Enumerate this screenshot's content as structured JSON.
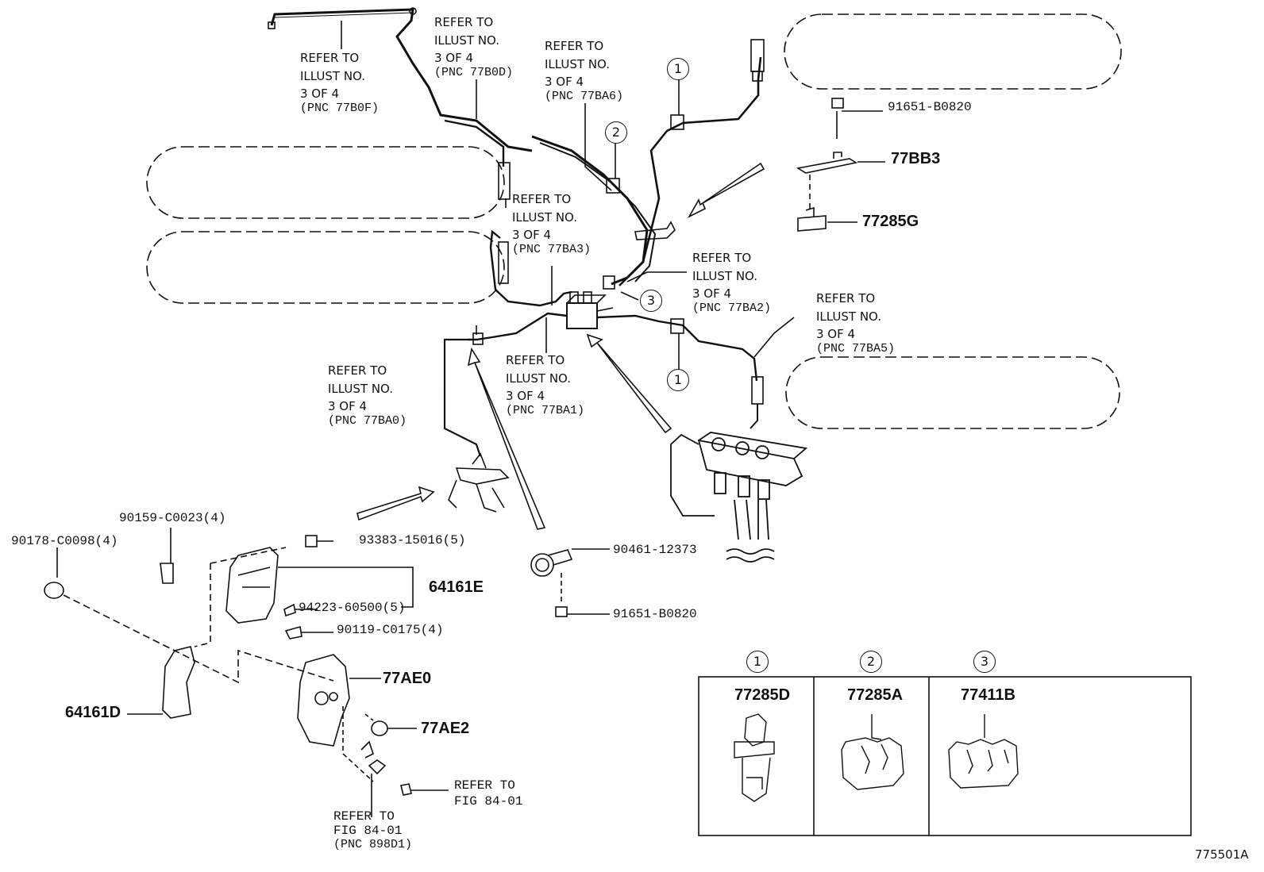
{
  "refs": {
    "r77b0f": {
      "l1": "REFER TO",
      "l2": "ILLUST NO.",
      "l3": "3 OF 4",
      "pnc": "(PNC 77B0F)"
    },
    "r77b0d": {
      "l1": "REFER TO",
      "l2": "ILLUST NO.",
      "l3": "3 OF 4",
      "pnc": "(PNC 77B0D)"
    },
    "r77ba6": {
      "l1": "REFER TO",
      "l2": "ILLUST NO.",
      "l3": "3 OF 4",
      "pnc": "(PNC 77BA6)"
    },
    "r77ba3": {
      "l1": "REFER TO",
      "l2": "ILLUST NO.",
      "l3": "3 OF 4",
      "pnc": "(PNC 77BA3)"
    },
    "r77ba2": {
      "l1": "REFER TO",
      "l2": "ILLUST NO.",
      "l3": "3 OF 4",
      "pnc": "(PNC 77BA2)"
    },
    "r77ba5": {
      "l1": "REFER TO",
      "l2": "ILLUST NO.",
      "l3": "3 OF 4",
      "pnc": "(PNC 77BA5)"
    },
    "r77ba0": {
      "l1": "REFER TO",
      "l2": "ILLUST NO.",
      "l3": "3 OF 4",
      "pnc": "(PNC 77BA0)"
    },
    "r77ba1": {
      "l1": "REFER TO",
      "l2": "ILLUST NO.",
      "l3": "3 OF 4",
      "pnc": "(PNC 77BA1)"
    },
    "fig1": {
      "l1": "REFER TO",
      "l2": "FIG 84-01"
    },
    "fig2": {
      "l1": "REFER TO",
      "l2": "FIG 84-01",
      "pnc": "(PNC 898D1)"
    }
  },
  "parts": {
    "p91651a": "91651-B0820",
    "p77bb3": "77BB3",
    "p77285g": "77285G",
    "p90159": "90159-C0023(4)",
    "p90178": "90178-C0098(4)",
    "p93383": "93383-15016(5)",
    "p64161e": "64161E",
    "p94223": "94223-60500(5)",
    "p90119": "90119-C0175(4)",
    "p77ae0": "77AE0",
    "p77ae2": "77AE2",
    "p64161d": "64161D",
    "p90461": "90461-12373",
    "p91651b": "91651-B0820"
  },
  "callouts": {
    "c1": "1",
    "c2": "2",
    "c3": "3"
  },
  "legend": {
    "items": [
      {
        "num": "1",
        "part": "77285D"
      },
      {
        "num": "2",
        "part": "77285A"
      },
      {
        "num": "3",
        "part": "77411B"
      }
    ]
  },
  "illustration_id": "775501A"
}
